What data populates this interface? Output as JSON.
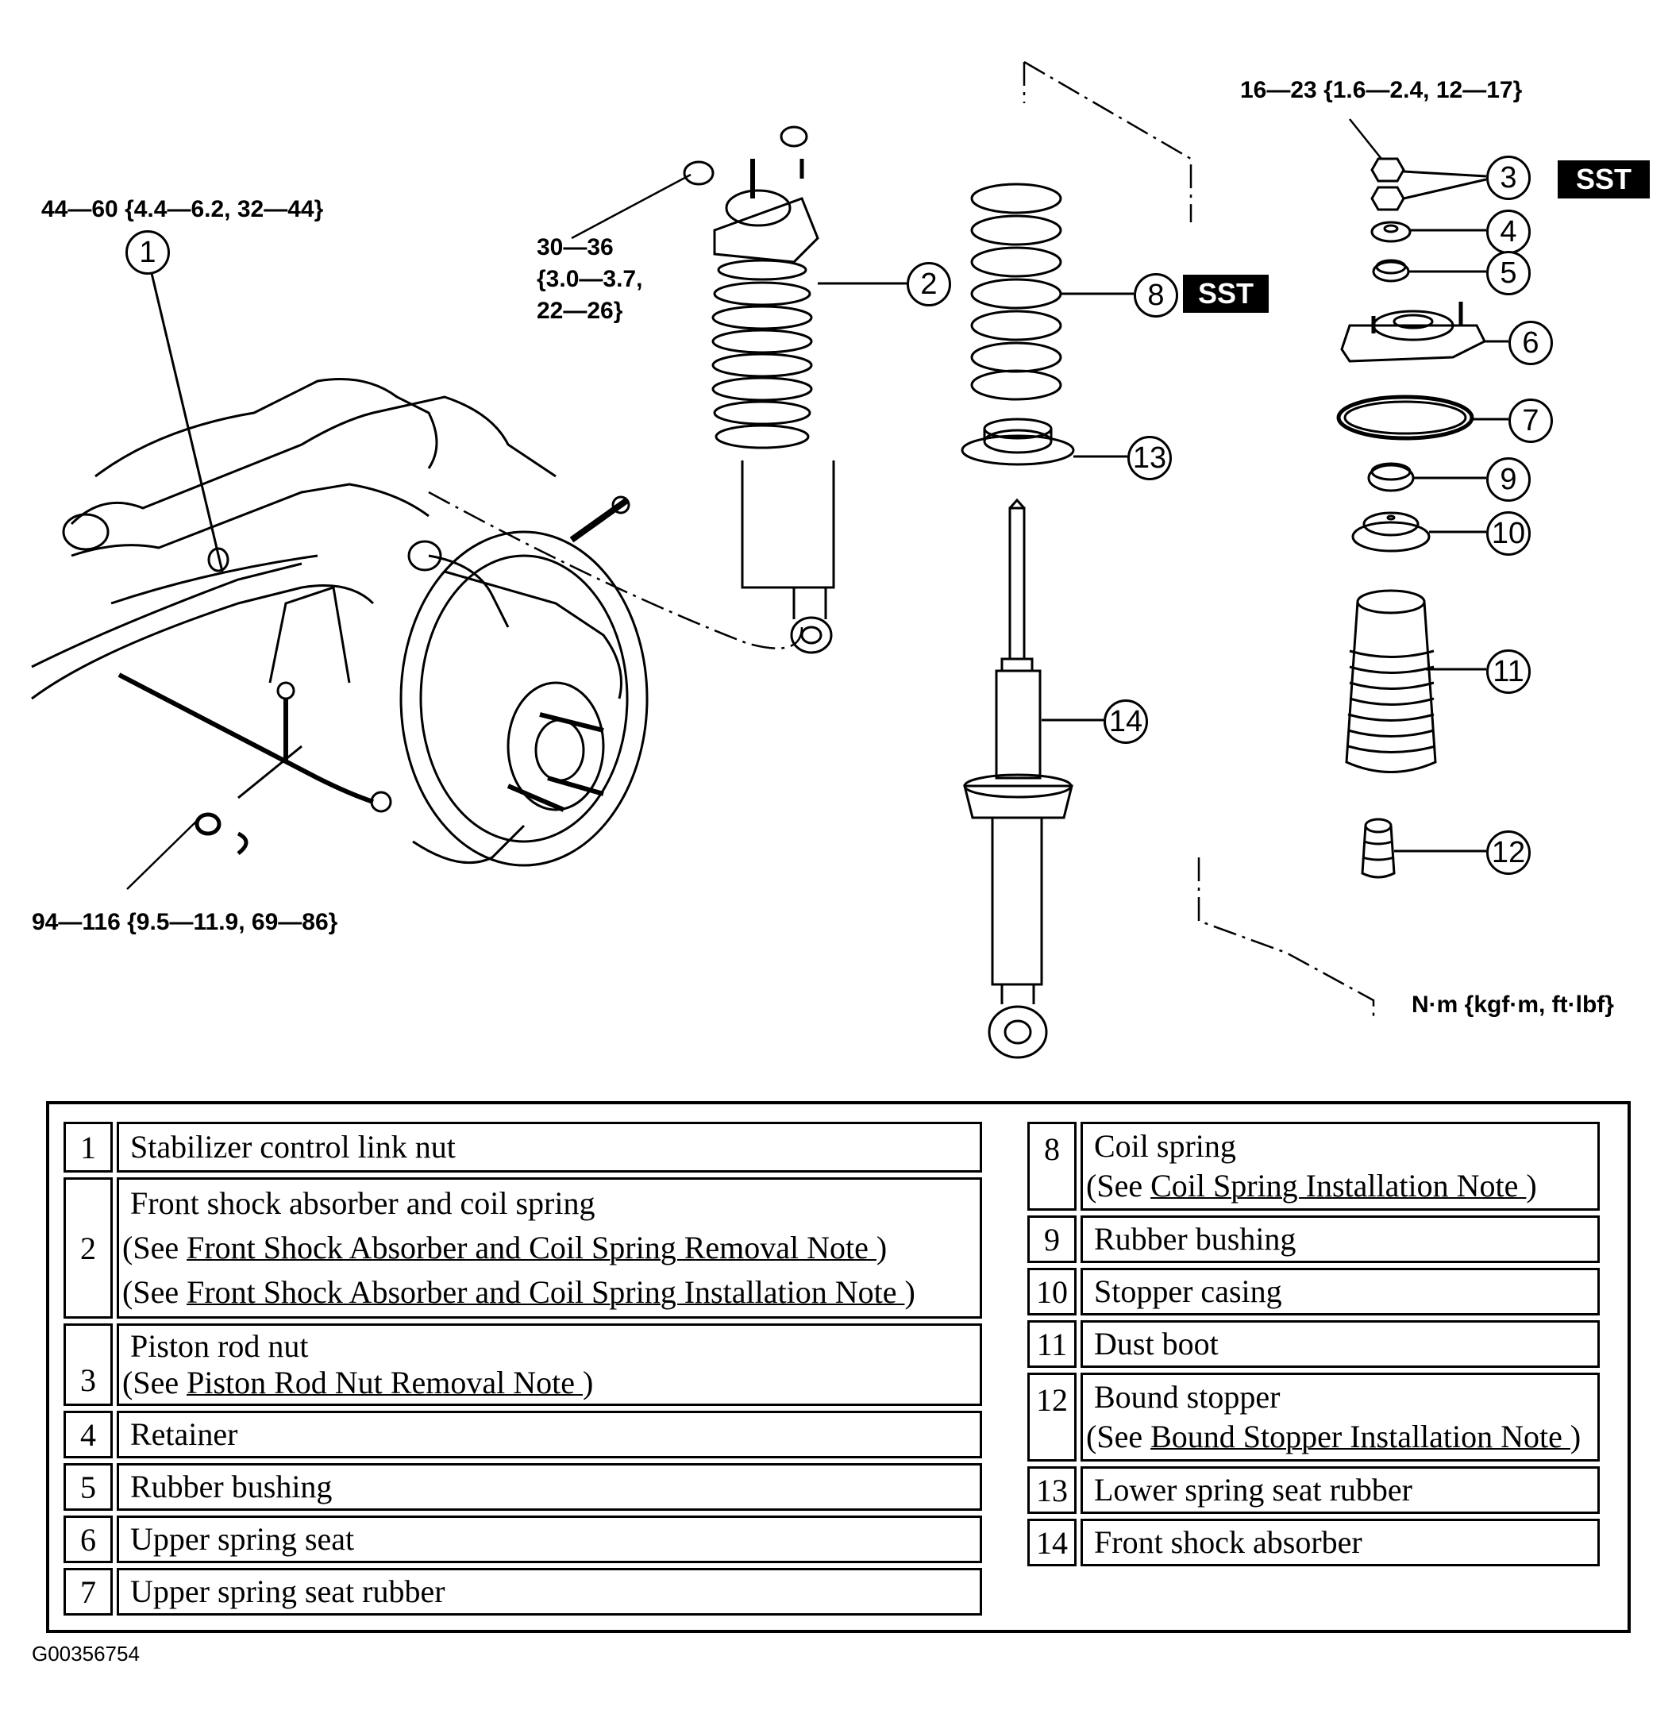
{
  "torque_labels": {
    "part1": "44—60 {4.4—6.2, 32—44}",
    "part2_line1": "30—36",
    "part2_line2": "{3.0—3.7,",
    "part2_line3": "22—26}",
    "part3": "16—23 {1.6—2.4, 12—17}",
    "nut": "94—116 {9.5—11.9, 69—86}",
    "units": "N·m {kgf·m, ft·lbf}"
  },
  "sst_labels": {
    "part8": "SST",
    "part3": "SST"
  },
  "callouts": [
    "1",
    "2",
    "3",
    "4",
    "5",
    "6",
    "7",
    "8",
    "9",
    "10",
    "11",
    "12",
    "13",
    "14"
  ],
  "legend_left": [
    {
      "num": "1",
      "name": "Stabilizer control link nut",
      "notes": []
    },
    {
      "num": "2",
      "name": "Front shock absorber and coil spring",
      "notes": [
        {
          "pre": "(See ",
          "link": "Front Shock Absorber and Coil Spring Removal Note ",
          "post": ")"
        },
        {
          "pre": "(See ",
          "link": "Front Shock Absorber and Coil Spring Installation Note ",
          "post": ")"
        }
      ]
    },
    {
      "num": "3",
      "name": "Piston rod nut",
      "notes": [
        {
          "pre": "(See ",
          "link": "Piston Rod Nut Removal Note ",
          "post": ")"
        }
      ]
    },
    {
      "num": "4",
      "name": "Retainer",
      "notes": []
    },
    {
      "num": "5",
      "name": "Rubber bushing",
      "notes": []
    },
    {
      "num": "6",
      "name": "Upper spring seat",
      "notes": []
    },
    {
      "num": "7",
      "name": "Upper spring seat rubber",
      "notes": []
    }
  ],
  "legend_right": [
    {
      "num": "8",
      "name": "Coil spring",
      "notes": [
        {
          "pre": "(See ",
          "link": "Coil Spring Installation Note ",
          "post": ")"
        }
      ]
    },
    {
      "num": "9",
      "name": "Rubber bushing",
      "notes": []
    },
    {
      "num": "10",
      "name": "Stopper casing",
      "notes": []
    },
    {
      "num": "11",
      "name": "Dust boot",
      "notes": []
    },
    {
      "num": "12",
      "name": "Bound stopper",
      "notes": [
        {
          "pre": "(See ",
          "link": "Bound Stopper Installation Note ",
          "post": ")"
        }
      ]
    },
    {
      "num": "13",
      "name": "Lower spring seat rubber",
      "notes": []
    },
    {
      "num": "14",
      "name": "Front shock absorber",
      "notes": []
    }
  ],
  "figure_id": "G00356754"
}
